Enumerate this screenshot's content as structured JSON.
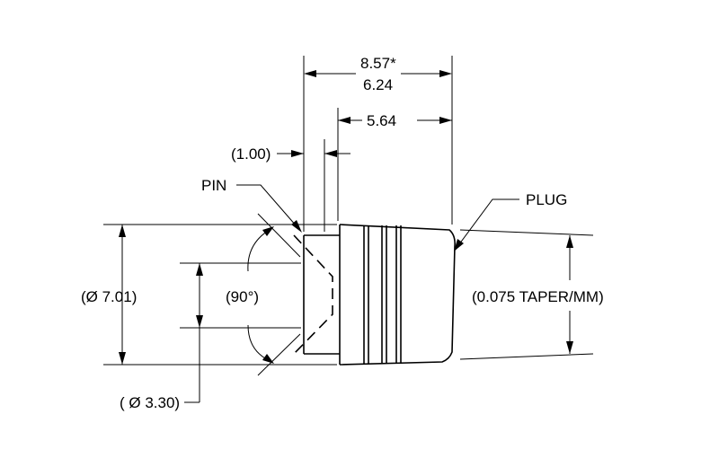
{
  "dims": {
    "overall_max": "8.57*",
    "overall_min": "6.24",
    "plug_length": "5.64",
    "pin_offset": "(1.00)",
    "outer_diameter": "(Ø 7.01)",
    "inner_diameter": "( Ø 3.30)",
    "chamfer_angle": "(90°)",
    "taper": "(0.075 TAPER/MM)"
  },
  "labels": {
    "pin": "PIN",
    "plug": "PLUG"
  }
}
